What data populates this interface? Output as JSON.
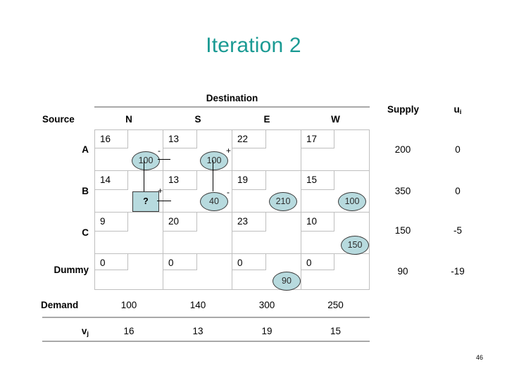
{
  "slide": {
    "title": "Iteration 2",
    "page_number": "46",
    "destination_header": "Destination",
    "source_header": "Source",
    "supply_header": "Supply",
    "ui_header": "u",
    "ui_sub": "i",
    "demand_header": "Demand",
    "vj_header": "v",
    "vj_sub": "j",
    "accent_color": "#1a9a93",
    "alloc_fill": "#b7dade",
    "grid_line": "#bfbfbf",
    "rule_color": "#a9a9a9"
  },
  "columns": [
    "N",
    "S",
    "E",
    "W"
  ],
  "rows": [
    {
      "label": "A",
      "costs": [
        "16",
        "13",
        "22",
        "17"
      ],
      "allocations": [
        "100",
        "100",
        "",
        ""
      ],
      "signs": [
        "-",
        "+",
        "",
        ""
      ],
      "supply": "200",
      "ui": "0"
    },
    {
      "label": "B",
      "costs": [
        "14",
        "13",
        "19",
        "15"
      ],
      "allocations": [
        "?",
        "40",
        "210",
        "100"
      ],
      "signs": [
        "+",
        "-",
        "",
        ""
      ],
      "supply": "350",
      "ui": "0"
    },
    {
      "label": "C",
      "costs": [
        "9",
        "20",
        "23",
        "10"
      ],
      "allocations": [
        "",
        "",
        "",
        "150"
      ],
      "signs": [
        "",
        "",
        "",
        ""
      ],
      "supply": "150",
      "ui": "-5"
    },
    {
      "label": "Dummy",
      "costs": [
        "0",
        "0",
        "0",
        "0"
      ],
      "allocations": [
        "",
        "",
        "90",
        ""
      ],
      "signs": [
        "",
        "",
        "",
        ""
      ],
      "supply": "90",
      "ui": "-19"
    }
  ],
  "demand": [
    "100",
    "140",
    "300",
    "250"
  ],
  "vj": [
    "16",
    "13",
    "19",
    "15"
  ]
}
